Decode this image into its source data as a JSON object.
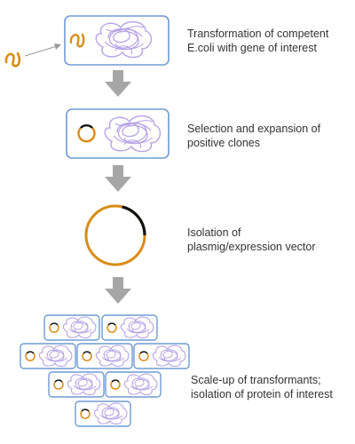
{
  "steps": [
    {
      "line1": "Transformation of competent",
      "line2": "E.coli with gene of interest"
    },
    {
      "line1": "Selection and expansion of",
      "line2": "positive clones"
    },
    {
      "line1": "Isolation of",
      "line2": "plasmig/expression vector"
    },
    {
      "line1": "Scale-up of transformants;",
      "line2": "isolation of protein of interest"
    }
  ],
  "colors": {
    "cell_border": "#6f9bd3",
    "dna_coil": "#b7a3e6",
    "gene": "#d98c16",
    "plasmid_backbone": "#111111",
    "arrow": "#a6a6a6",
    "text": "#333333"
  }
}
